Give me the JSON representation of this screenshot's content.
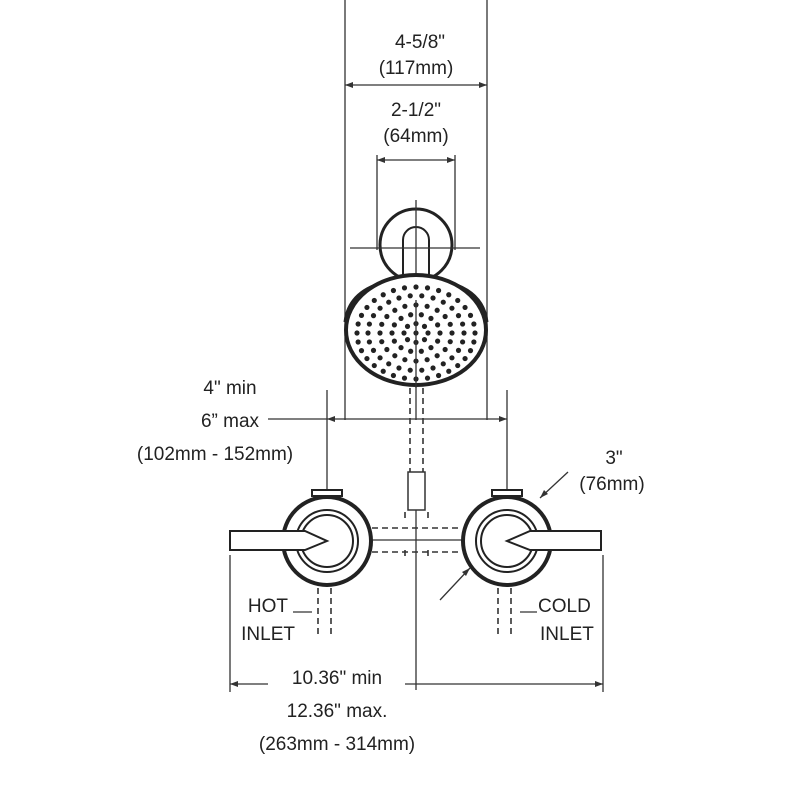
{
  "title": "Shower faucet rough-in dimensions",
  "dimensions": {
    "showerhead_width": {
      "imperial": "4-5/8\"",
      "metric": "(117mm)"
    },
    "flange_width": {
      "imperial": "2-1/2\"",
      "metric": "(64mm)"
    },
    "handle_spacing": {
      "min": "4\" min",
      "max": "6” max",
      "metric": "(102mm - 152mm)"
    },
    "handle_diameter": {
      "imperial": "3\"",
      "metric": "(76mm)"
    },
    "overall_width": {
      "min": "10.36\" min",
      "max": "12.36\" max.",
      "metric": "(263mm - 314mm)"
    }
  },
  "labels": {
    "hot_inlet": [
      "HOT",
      "INLET"
    ],
    "cold_inlet": [
      "COLD",
      "INLET"
    ]
  }
}
